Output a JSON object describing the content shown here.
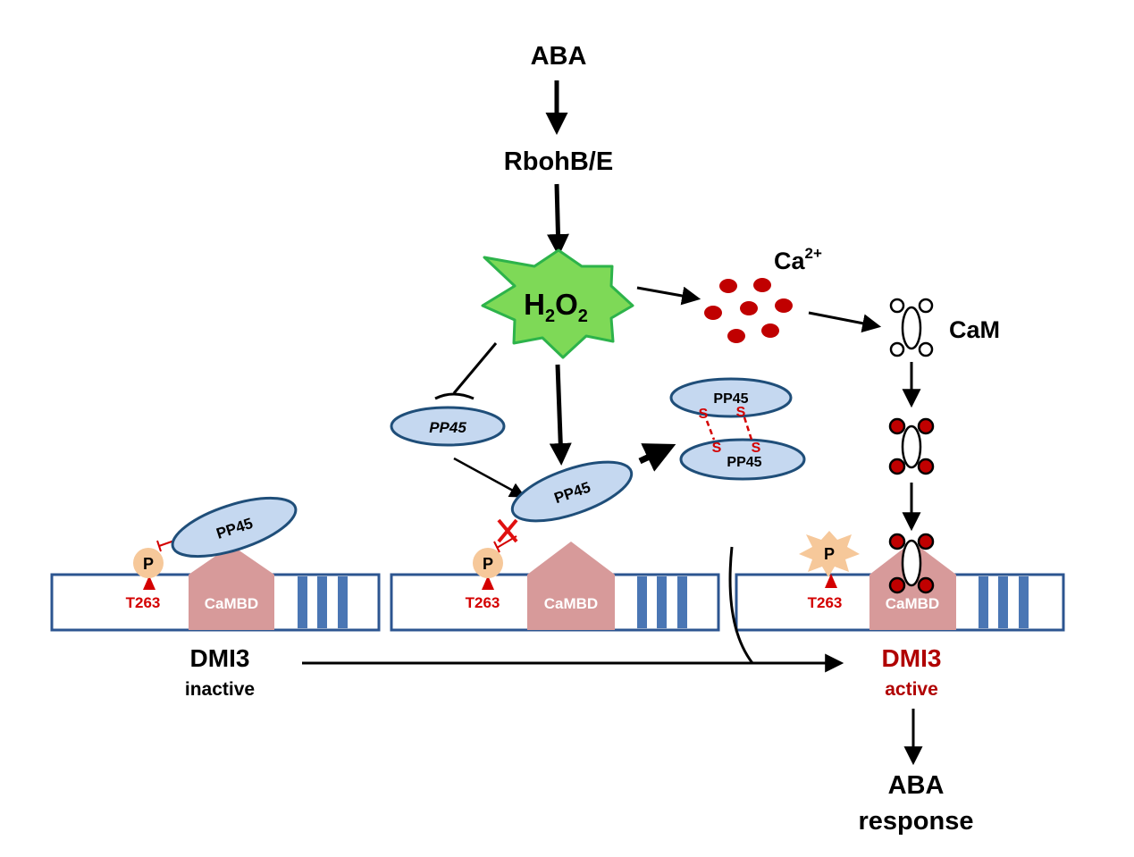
{
  "diagram": {
    "top": {
      "aba": "ABA",
      "rboh": "RbohB/E",
      "h2o2_base_h": "H",
      "h2o2_sub_2a": "2",
      "h2o2_base_o": "O",
      "h2o2_sub_2b": "2"
    },
    "calcium": {
      "base": "Ca",
      "sup": "2+"
    },
    "cam_label": "CaM",
    "pp45": {
      "repressed": "PP45",
      "free": "PP45",
      "dimer_top": "PP45",
      "dimer_bottom": "PP45",
      "bound_left": "PP45"
    },
    "disulfide": {
      "s": "S"
    },
    "domains": {
      "left": {
        "phospho": "P",
        "site": "T263",
        "cambd": "CaMBD"
      },
      "middle": {
        "phospho": "P",
        "site": "T263",
        "cambd": "CaMBD"
      },
      "right": {
        "phospho": "P",
        "site": "T263",
        "cambd": "CaMBD"
      }
    },
    "dmi3_inactive": {
      "name": "DMI3",
      "state": "inactive"
    },
    "dmi3_active": {
      "name": "DMI3",
      "state": "active"
    },
    "output": {
      "line1": "ABA",
      "line2": "response"
    },
    "colors": {
      "h2o2_fill": "#7ed957",
      "h2o2_stroke": "#2db34a",
      "pp45_fill": "#c5d8f0",
      "pp45_stroke": "#1f4e79",
      "cambd": "#d79a9a",
      "phospho": "#f6c89a",
      "red": "#d40000",
      "dark_red": "#b00000",
      "calcium": "#c00000",
      "bar_stroke": "#2c5590",
      "stripe": "#4a76b4"
    }
  }
}
